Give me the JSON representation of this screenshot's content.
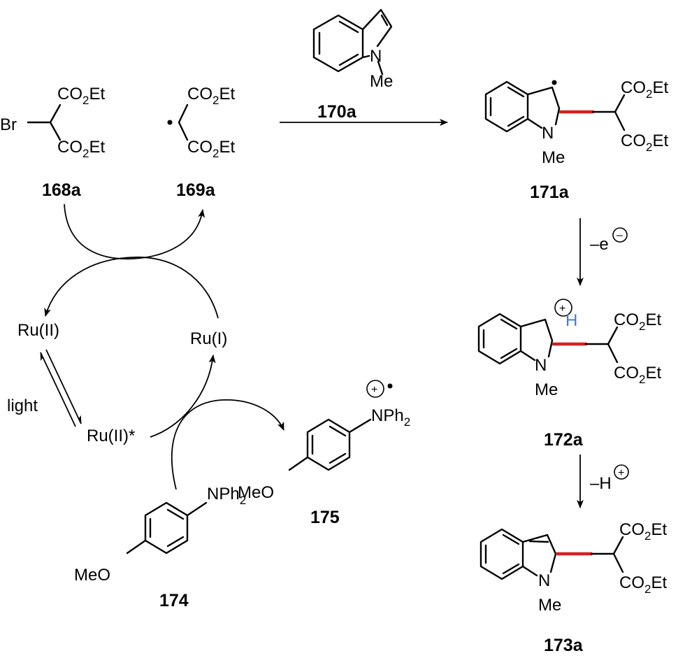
{
  "compounds": {
    "c168a": {
      "label": "168a",
      "br": "Br",
      "co2et": "CO",
      "sub2": "2",
      "et": "Et"
    },
    "c169a": {
      "label": "169a"
    },
    "c170a": {
      "label": "170a",
      "n": "N",
      "me": "Me"
    },
    "c171a": {
      "label": "171a"
    },
    "c172a": {
      "label": "172a",
      "h": "H"
    },
    "c173a": {
      "label": "173a"
    },
    "c174": {
      "label": "174",
      "nph": "NPh",
      "meo": "MeO"
    },
    "c175": {
      "label": "175"
    }
  },
  "catalyst": {
    "ru2": "Ru(II)",
    "ru1": "Ru(I)",
    "ru2star": "Ru(II)*",
    "light": "light"
  },
  "steps": {
    "minus_e": "–e",
    "minus_h": "–H",
    "minus_sign": "–",
    "plus_sign": "+"
  }
}
